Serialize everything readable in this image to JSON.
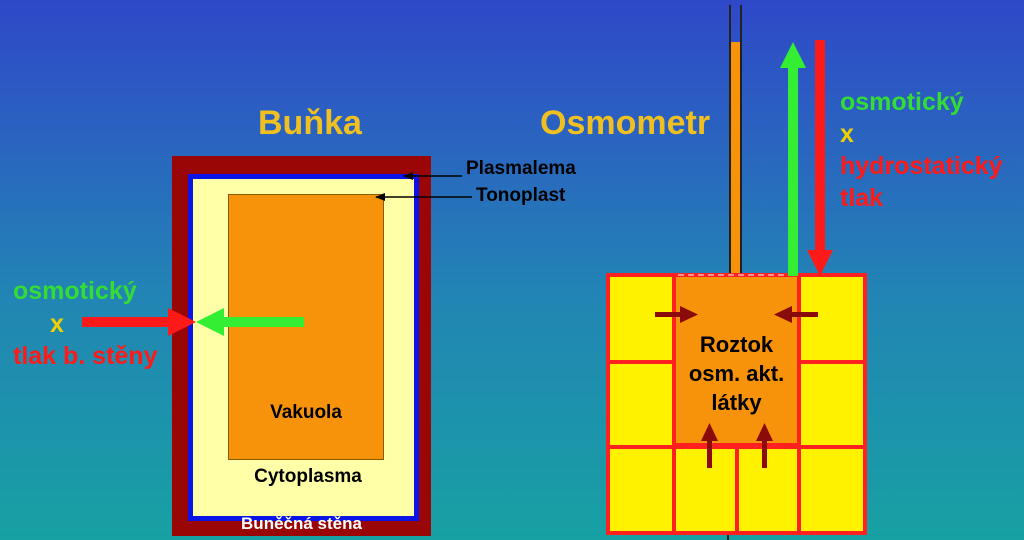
{
  "left": {
    "title": "Buňka",
    "plasmalema_label": "Plasmalema",
    "tonoplast_label": "Tonoplast",
    "vacuole_label": "Vakuola",
    "cytoplasm_label": "Cytoplasma",
    "wall_label": "Buněčná stěna",
    "force_left": {
      "line1": "osmotický",
      "line2": "x",
      "line3": "tlak b. stěny"
    }
  },
  "right": {
    "title": "Osmometr",
    "solution_label_line1": "Roztok",
    "solution_label_line2": "osm. akt.",
    "solution_label_line3": "látky",
    "force_right": {
      "line1": "osmotický",
      "line2": "x",
      "line3": "hydrostatický",
      "line4": "tlak"
    }
  },
  "colors": {
    "wall": "#9a0606",
    "plasmalema": "#0a14e6",
    "cytoplasm": "#ffffa8",
    "vacuole": "#f7930a",
    "osmotic_arrow": "#33ee33",
    "pressure_arrow": "#ff1a1a",
    "cell_yellow": "#fff200",
    "grid_red": "#ff2020",
    "inner_arrow": "#8b0a0a"
  }
}
